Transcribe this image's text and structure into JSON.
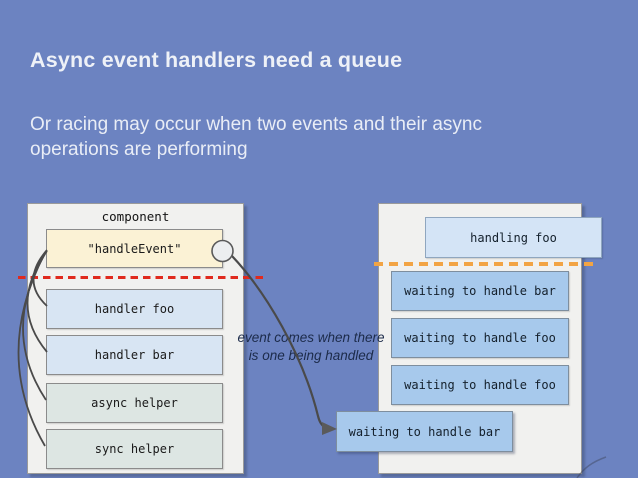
{
  "slide": {
    "title": "Async event handlers need a queue",
    "subtitle": "Or racing may occur when two events and their async operations are performing"
  },
  "component_panel": {
    "label": "component",
    "entry_box": {
      "label": "\"handleEvent\""
    },
    "boxes": [
      {
        "label": "handler foo"
      },
      {
        "label": "handler bar"
      },
      {
        "label": "async helper"
      },
      {
        "label": "sync helper"
      }
    ]
  },
  "queue_panel": {
    "handling_box": {
      "label": "handling foo"
    },
    "queue": [
      {
        "label": "waiting to handle bar"
      },
      {
        "label": "waiting to handle foo"
      },
      {
        "label": "waiting to handle foo"
      }
    ],
    "incoming_box": {
      "label": "waiting to handle bar"
    }
  },
  "annotation": {
    "line1": "event comes when there",
    "line2": "is one being handled"
  },
  "colors": {
    "background": "#6C83C1",
    "red_dashed_line": "#E02A1E",
    "orange_dashed_line": "#F2A444",
    "entry_box_fill": "#FBF2D5",
    "handler_box_fill": "#D8E5F3",
    "helper_box_fill": "#DDE6E3",
    "handling_box_fill": "#D4E4F6",
    "queue_box_fill": "#A7C9EC",
    "connector_gray": "#4A4A4A"
  }
}
